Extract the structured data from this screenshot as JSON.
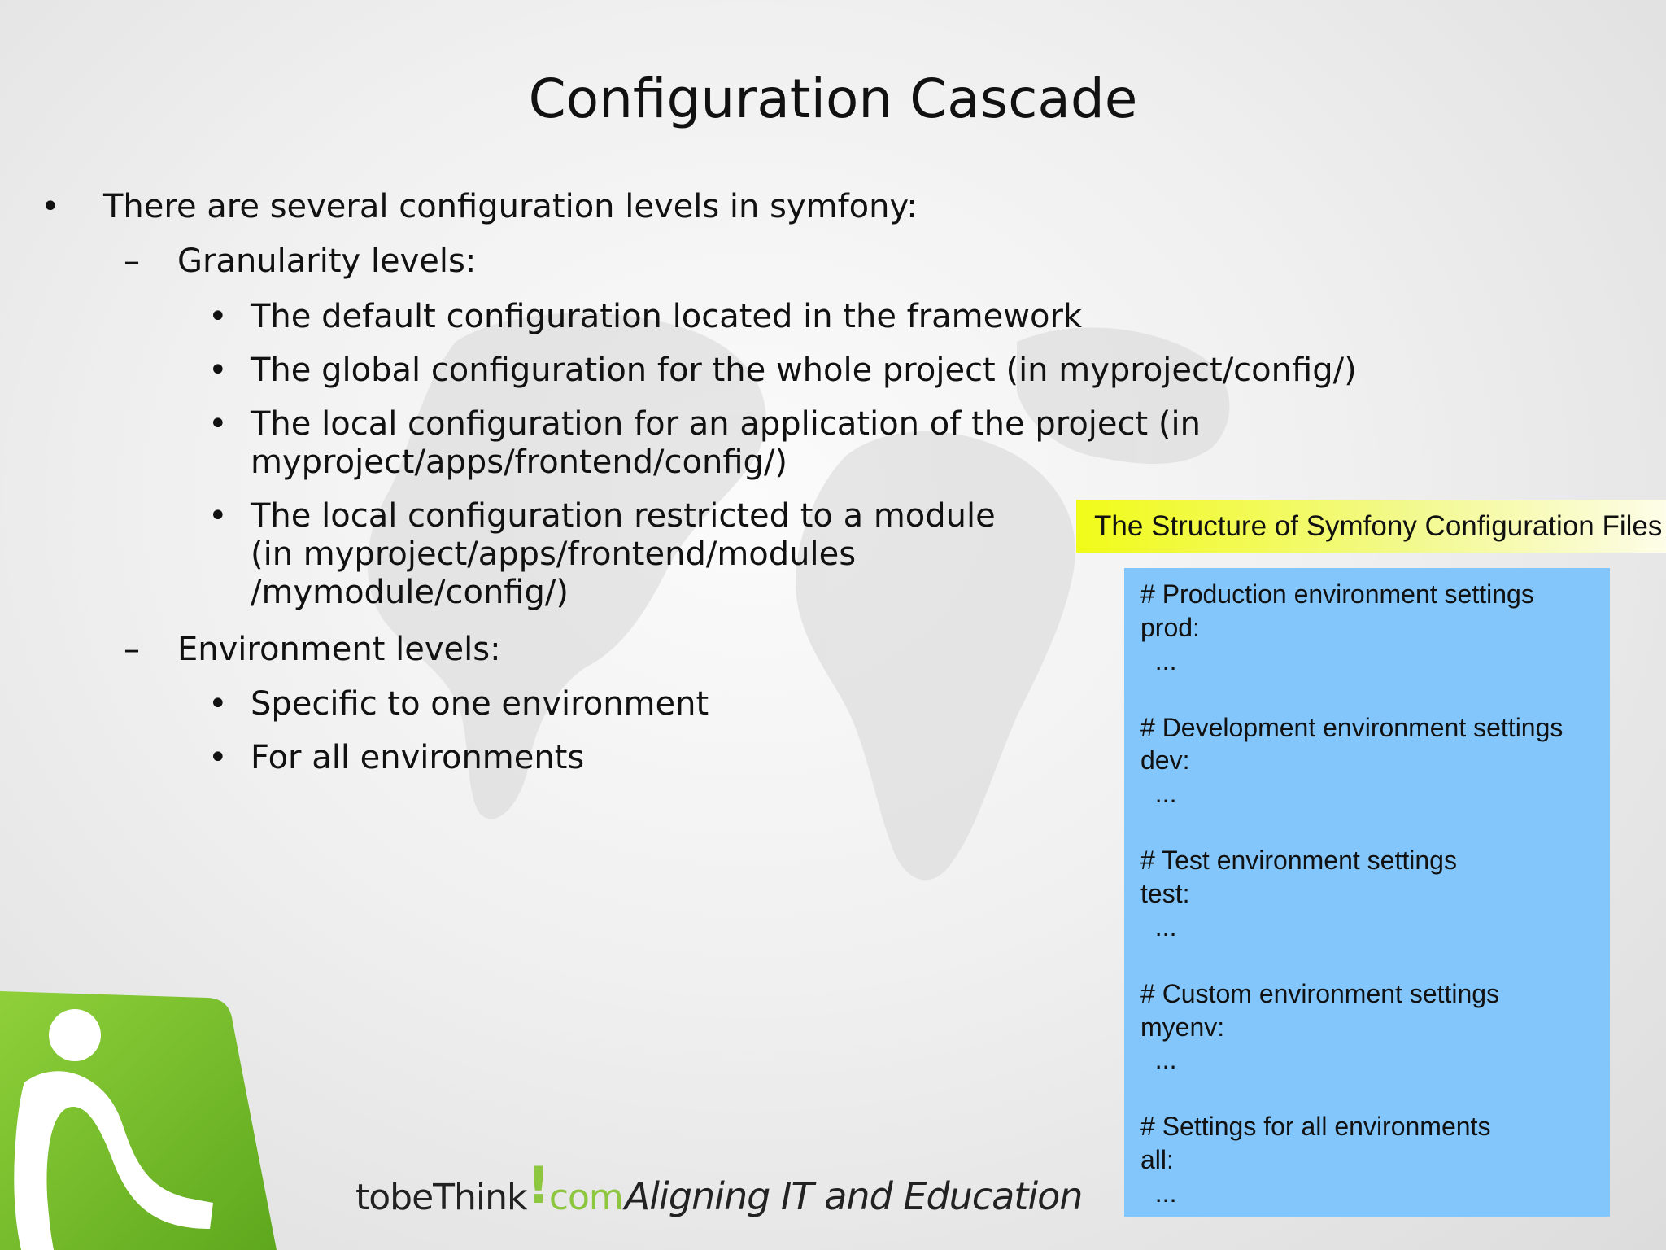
{
  "slide": {
    "title": "Configuration Cascade",
    "bullets": [
      {
        "marker": "•",
        "text": "There are several configuration levels in symfony:"
      },
      {
        "marker": "–",
        "text": "Granularity levels:"
      },
      {
        "marker": "•",
        "text": "The default configuration located in the framework"
      },
      {
        "marker": "•",
        "text": "The global configuration for the whole project (in myproject/config/)"
      },
      {
        "marker": "•",
        "text": "The local configuration for an application of the project (in"
      },
      {
        "marker": "",
        "text": "myproject/apps/frontend/config/)"
      },
      {
        "marker": "•",
        "text": "The local configuration restricted  to a module"
      },
      {
        "marker": "",
        "text": "(in myproject/apps/frontend/modules"
      },
      {
        "marker": "",
        "text": "/mymodule/config/)"
      },
      {
        "marker": "–",
        "text": "Environment levels:"
      },
      {
        "marker": "•",
        "text": "Specific to one environment"
      },
      {
        "marker": "•",
        "text": "For all environments"
      }
    ],
    "caption": "The Structure of Symfony Configuration Files",
    "code_lines": [
      "# Production environment settings",
      "prod:",
      "  ...",
      "",
      "# Development environment settings",
      "dev:",
      "  ...",
      "",
      "# Test environment settings",
      "test:",
      "  ...",
      "",
      "# Custom environment settings",
      "myenv:",
      "  ...",
      "",
      "# Settings for all environments",
      "all:",
      "  ..."
    ],
    "footer": {
      "brand_name": "tobeThink",
      "brand_bang": "!",
      "brand_tld": "com",
      "tagline": "Aligning IT and Education"
    },
    "colors": {
      "caption_highlight": "#f1fb18",
      "code_box": "#83c6fb",
      "logo_green": "#7cc031"
    },
    "icons": {
      "logo": "tobethink-logo-icon",
      "background": "world-map-icon"
    }
  }
}
